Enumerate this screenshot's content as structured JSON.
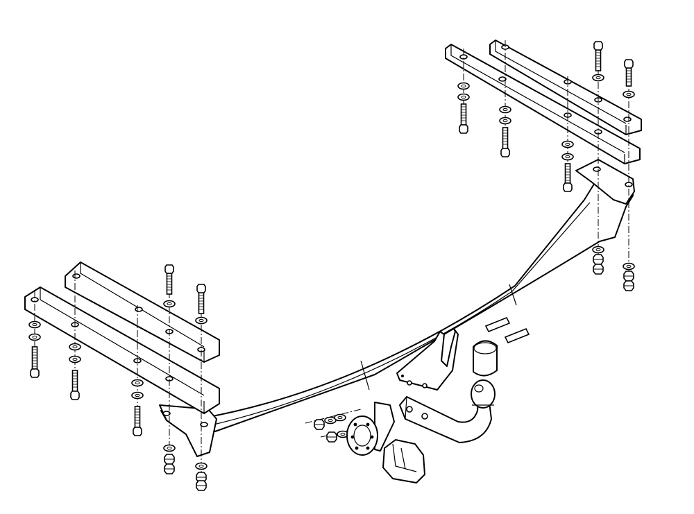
{
  "diagram": {
    "colors": {
      "line": "#000000",
      "background": "#ffffff"
    },
    "parts": [
      "crossbar",
      "left-bracket-outer",
      "left-bracket-inner",
      "right-bracket-outer",
      "right-bracket-inner",
      "tow-ball-neck",
      "ball-cap",
      "electrical-socket",
      "socket-cover",
      "mounting-bolt",
      "washer",
      "nut"
    ]
  }
}
